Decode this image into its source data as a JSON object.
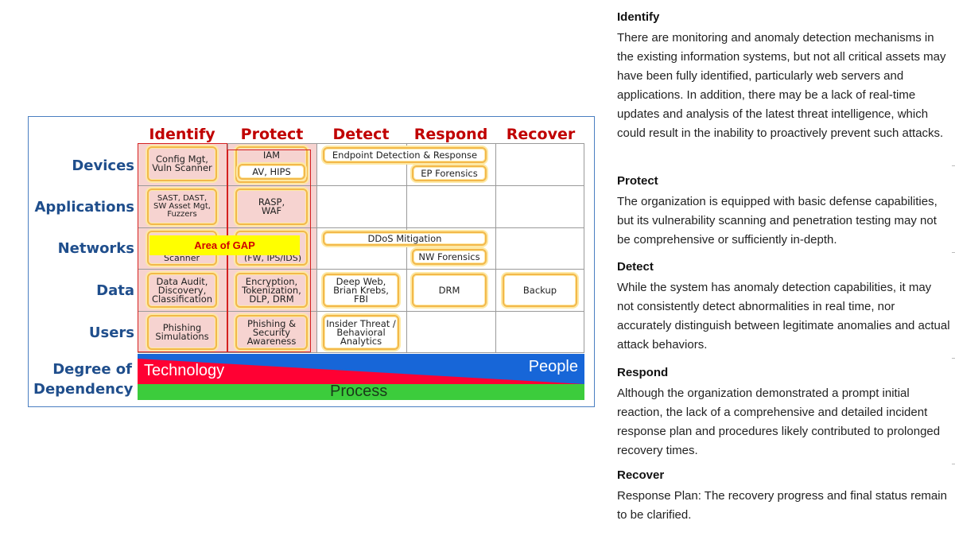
{
  "matrix": {
    "columns": [
      "Identify",
      "Protect",
      "Detect",
      "Respond",
      "Recover"
    ],
    "rows": [
      "Devices",
      "Applications",
      "Networks",
      "Data",
      "Users"
    ],
    "cells": {
      "config": "Config Mgt,\nVuln Scanner",
      "iam": "IAM",
      "avhips": "AV, HIPS",
      "edr": "Endpoint Detection & Response",
      "epf": "EP Forensics",
      "sast": "SAST, DAST,\nSW Asset Mgt,\nFuzzers",
      "rasp": "RASP,\nWAF",
      "net_ident_cut": "Scanner",
      "net_prot_cut": "(FW, IPS/IDS)",
      "ddos": "DDoS Mitigation",
      "nwf": "NW Forensics",
      "audit": "Data Audit,\nDiscovery,\nClassification",
      "enc": "Encryption,\nTokenization,\nDLP, DRM",
      "deepweb": "Deep Web,\nBrian Krebs,\nFBI",
      "drm": "DRM",
      "backup": "Backup",
      "phishsim": "Phishing\nSimulations",
      "phishaware": "Phishing &\nSecurity\nAwareness",
      "insider": "Insider Threat /\nBehavioral\nAnalytics"
    },
    "gap_label": "Area of GAP",
    "dependency": {
      "label_line1": "Degree of",
      "label_line2": "Dependency",
      "technology": "Technology",
      "people": "People",
      "process": "Process"
    },
    "colors": {
      "header_red": "#c00000",
      "row_blue": "#1f4e8c",
      "cell_outline": "#f3b84a",
      "gap_yellow": "#ffff00",
      "tech_red": "#ff0033",
      "people_blue": "#1766d8",
      "process_green": "#3ccc3c"
    }
  },
  "notes": [
    {
      "title": "Identify",
      "body": "There are monitoring and anomaly detection mechanisms in the existing information systems, but not all critical assets may have been fully identified, particularly web servers and applications. In addition, there may be a lack of real-time updates and analysis of the latest threat intelligence, which could result in the inability to proactively prevent such attacks."
    },
    {
      "title": "Protect",
      "body": "The organization is equipped with basic defense capabilities, but its vulnerability scanning and penetration testing may not be comprehensive or sufficiently in-depth."
    },
    {
      "title": "Detect",
      "body": "While the system has anomaly detection capabilities, it may not consistently detect abnormalities in real time, nor accurately distinguish between legitimate anomalies and actual attack behaviors."
    },
    {
      "title": "Respond",
      "body": "Although the organization demonstrated a prompt initial reaction, the lack of a comprehensive and detailed incident response plan and procedures likely contributed to prolonged recovery times."
    },
    {
      "title": "Recover",
      "body": "Response Plan: The recovery progress and final status remain to be clarified."
    }
  ]
}
